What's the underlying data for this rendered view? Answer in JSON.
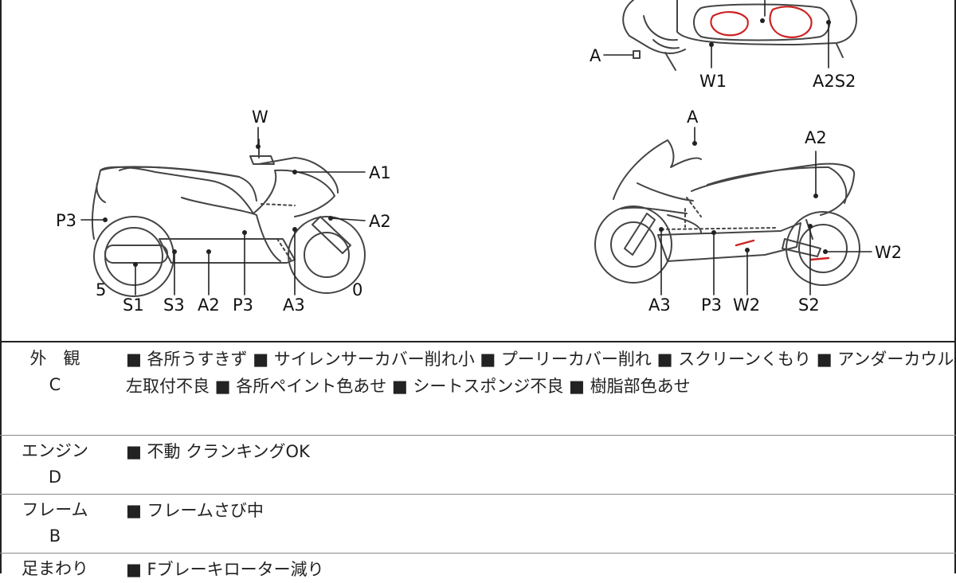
{
  "diagram": {
    "top_view_labels": {
      "a": "A",
      "w1": "W1",
      "a2s2": "A2S2"
    },
    "left_view_labels": {
      "w": "W",
      "a1": "A1",
      "a2": "A2",
      "p3_rear": "P3",
      "num5": "5",
      "num0": "0",
      "s1": "S1",
      "s3": "S3",
      "a2_bottom": "A2",
      "p3_bottom": "P3",
      "a3": "A3"
    },
    "right_view_labels": {
      "a": "A",
      "a2": "A2",
      "w2_side": "W2",
      "a3": "A3",
      "p3": "P3",
      "w2_bottom": "W2",
      "s2": "S2"
    }
  },
  "table": {
    "rows": [
      {
        "label": "外　観",
        "grade": "C",
        "lines": [
          "■ 各所うすきず ■ サイレンサーカバー削れ小 ■ プーリーカバー削れ ■ スクリーンくもり ■ アンダーカウル",
          "左取付不良 ■ 各所ペイント色あせ ■ シートスポンジ不良 ■ 樹脂部色あせ"
        ]
      },
      {
        "label": "エンジン",
        "grade": "D",
        "lines": [
          "■ 不動 クランキングOK"
        ]
      },
      {
        "label": "フレーム",
        "grade": "B",
        "lines": [
          "■ フレームさび中"
        ]
      },
      {
        "label": "足まわり",
        "grade": "",
        "lines": [
          "■ Fブレーキローター減り"
        ]
      }
    ]
  },
  "colors": {
    "damage_mark": "#cc2222",
    "line": "#444444",
    "border": "#222222"
  }
}
